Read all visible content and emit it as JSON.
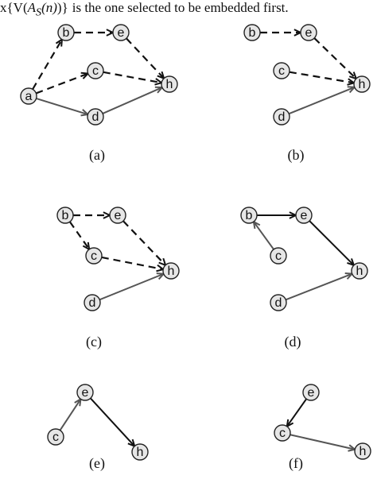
{
  "header": {
    "prefix": "x{",
    "symbol": "V(",
    "formula": "A",
    "subscript": "S",
    "formula_rest": "(n)",
    "closing": ")}",
    "text": "is the one selected to be embedded first."
  },
  "colors": {
    "node_fill": "#e6e6e6",
    "dashed_edge": "#111111",
    "solid_edge_gray": "#555555",
    "solid_edge_black": "#111111"
  },
  "panels": [
    {
      "caption": "(a)",
      "nodes": [
        {
          "id": "a",
          "label": "a"
        },
        {
          "id": "b",
          "label": "b"
        },
        {
          "id": "c",
          "label": "c"
        },
        {
          "id": "d",
          "label": "d"
        },
        {
          "id": "e",
          "label": "e"
        },
        {
          "id": "h",
          "label": "h"
        }
      ],
      "edges": [
        {
          "from": "a",
          "to": "b",
          "style": "dashed"
        },
        {
          "from": "a",
          "to": "c",
          "style": "dashed"
        },
        {
          "from": "a",
          "to": "d",
          "style": "solid-gray"
        },
        {
          "from": "b",
          "to": "e",
          "style": "dashed"
        },
        {
          "from": "e",
          "to": "h",
          "style": "dashed"
        },
        {
          "from": "c",
          "to": "h",
          "style": "dashed"
        },
        {
          "from": "d",
          "to": "h",
          "style": "solid-gray"
        }
      ]
    },
    {
      "caption": "(b)",
      "nodes": [
        {
          "id": "b",
          "label": "b"
        },
        {
          "id": "c",
          "label": "c"
        },
        {
          "id": "d",
          "label": "d"
        },
        {
          "id": "e",
          "label": "e"
        },
        {
          "id": "h",
          "label": "h"
        }
      ],
      "edges": [
        {
          "from": "b",
          "to": "e",
          "style": "dashed"
        },
        {
          "from": "e",
          "to": "h",
          "style": "dashed"
        },
        {
          "from": "c",
          "to": "h",
          "style": "dashed"
        },
        {
          "from": "d",
          "to": "h",
          "style": "solid-gray"
        }
      ]
    },
    {
      "caption": "(c)",
      "nodes": [
        {
          "id": "b",
          "label": "b"
        },
        {
          "id": "c",
          "label": "c"
        },
        {
          "id": "d",
          "label": "d"
        },
        {
          "id": "e",
          "label": "e"
        },
        {
          "id": "h",
          "label": "h"
        }
      ],
      "edges": [
        {
          "from": "b",
          "to": "e",
          "style": "dashed"
        },
        {
          "from": "b",
          "to": "c",
          "style": "dashed"
        },
        {
          "from": "e",
          "to": "h",
          "style": "dashed"
        },
        {
          "from": "c",
          "to": "h",
          "style": "dashed"
        },
        {
          "from": "d",
          "to": "h",
          "style": "solid-gray"
        }
      ]
    },
    {
      "caption": "(d)",
      "nodes": [
        {
          "id": "b",
          "label": "b"
        },
        {
          "id": "c",
          "label": "c"
        },
        {
          "id": "d",
          "label": "d"
        },
        {
          "id": "e",
          "label": "e"
        },
        {
          "id": "h",
          "label": "h"
        }
      ],
      "edges": [
        {
          "from": "b",
          "to": "e",
          "style": "solid-black"
        },
        {
          "from": "c",
          "to": "b",
          "style": "solid-gray"
        },
        {
          "from": "e",
          "to": "h",
          "style": "solid-black"
        },
        {
          "from": "d",
          "to": "h",
          "style": "solid-gray"
        }
      ]
    },
    {
      "caption": "(e)",
      "nodes": [
        {
          "id": "c",
          "label": "c"
        },
        {
          "id": "e",
          "label": "e"
        },
        {
          "id": "h",
          "label": "h"
        }
      ],
      "edges": [
        {
          "from": "c",
          "to": "e",
          "style": "solid-gray"
        },
        {
          "from": "e",
          "to": "h",
          "style": "solid-black"
        }
      ]
    },
    {
      "caption": "(f)",
      "nodes": [
        {
          "id": "c",
          "label": "c"
        },
        {
          "id": "e",
          "label": "e"
        },
        {
          "id": "h",
          "label": "h"
        }
      ],
      "edges": [
        {
          "from": "e",
          "to": "c",
          "style": "solid-black"
        },
        {
          "from": "c",
          "to": "h",
          "style": "solid-gray"
        }
      ]
    }
  ]
}
